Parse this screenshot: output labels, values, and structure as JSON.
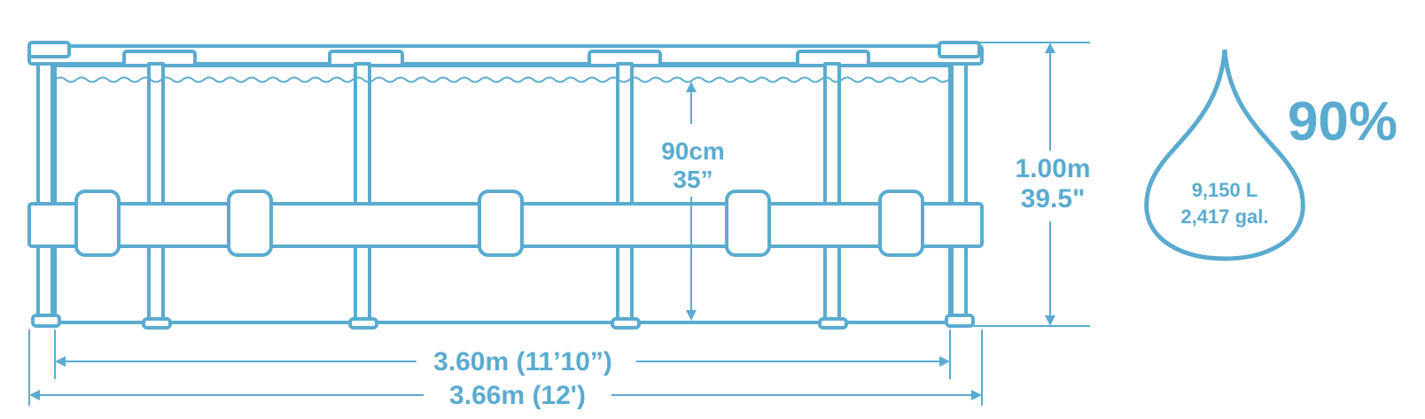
{
  "colors": {
    "line": "#5aabcf",
    "fill": "#ffffff"
  },
  "dims": {
    "water_depth_cm": "90cm",
    "water_depth_in": "35”",
    "height_m": "1.00m",
    "height_in": "39.5\"",
    "inner_width": "3.60m (11’10”)",
    "outer_width": "3.66m (12')"
  },
  "capacity": {
    "fill_percent": "90%",
    "liters": "9,150 L",
    "gallons": "2,417 gal."
  }
}
